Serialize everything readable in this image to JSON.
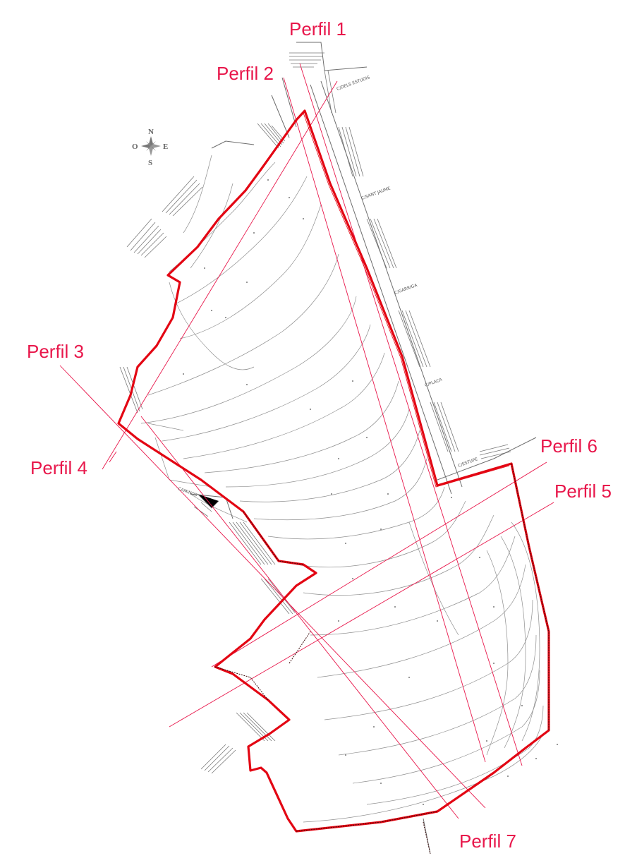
{
  "profiles": [
    {
      "id": "perfil-1",
      "label": "Perfil 1"
    },
    {
      "id": "perfil-2",
      "label": "Perfil 2"
    },
    {
      "id": "perfil-3",
      "label": "Perfil 3"
    },
    {
      "id": "perfil-4",
      "label": "Perfil 4"
    },
    {
      "id": "perfil-5",
      "label": "Perfil 5"
    },
    {
      "id": "perfil-6",
      "label": "Perfil 6"
    },
    {
      "id": "perfil-7",
      "label": "Perfil 7"
    }
  ],
  "compass": {
    "north": "N",
    "south": "S",
    "east": "E",
    "west": "O"
  },
  "streets": {
    "estudis": "C/DELS ESTUDIS",
    "sant_jaume": "C/SANT JAUME",
    "garriga": "C/GARRIGA",
    "plaza": "C/PLACA",
    "estupe": "C/ESTUPE",
    "cami": "CAMINOS"
  },
  "colors": {
    "boundary": "#e30613",
    "profile_line": "#e8174b",
    "contour": "#8a8a8a",
    "hatch": "#7a7a7a",
    "background": "#ffffff"
  }
}
